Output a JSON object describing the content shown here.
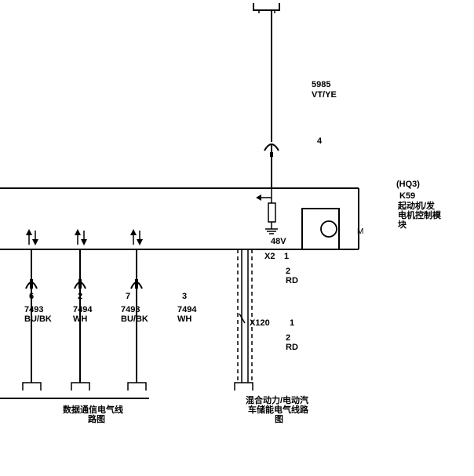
{
  "top_wire": {
    "circuit": "5985",
    "color": "VT/YE",
    "pin": "4"
  },
  "module": {
    "option": "(HQ3)",
    "ref": "K59",
    "name_lines": [
      "起动机/发",
      "电机控制模",
      "块"
    ],
    "voltage": "48V",
    "edge_label": "M"
  },
  "data_wires": [
    {
      "pin": "6",
      "circuit": "7493",
      "color": "BU/BK"
    },
    {
      "pin": "2",
      "circuit": "7494",
      "color": "WH"
    },
    {
      "pin": "7",
      "circuit": "7493",
      "color": "BU/BK"
    },
    {
      "pin": "3",
      "circuit": "7494",
      "color": "WH"
    }
  ],
  "hv_connectors": [
    {
      "name": "X2",
      "pin_a": "1",
      "pin_b": "2",
      "color": "RD"
    },
    {
      "name": "X120",
      "pin_a": "1",
      "pin_b": "2",
      "color": "RD"
    }
  ],
  "references": {
    "data_comm_lines": [
      "数据通信电气线",
      "路图"
    ],
    "hybrid_storage_lines": [
      "混合动力/电动汽",
      "车储能电气线路",
      "图"
    ]
  },
  "icons": [
    "ground-symbol",
    "resistor-symbol",
    "motor-symbol",
    "bidirectional-arrow-icon"
  ]
}
